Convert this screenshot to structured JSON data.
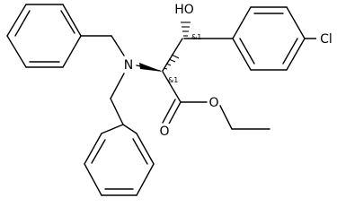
{
  "atoms": {
    "oh": "HO",
    "cl": "Cl",
    "n": "N",
    "o_ester": "O",
    "o_carbonyl": "O"
  },
  "stereo": {
    "c_hydroxy": "&1",
    "c_amino": "&1"
  }
}
